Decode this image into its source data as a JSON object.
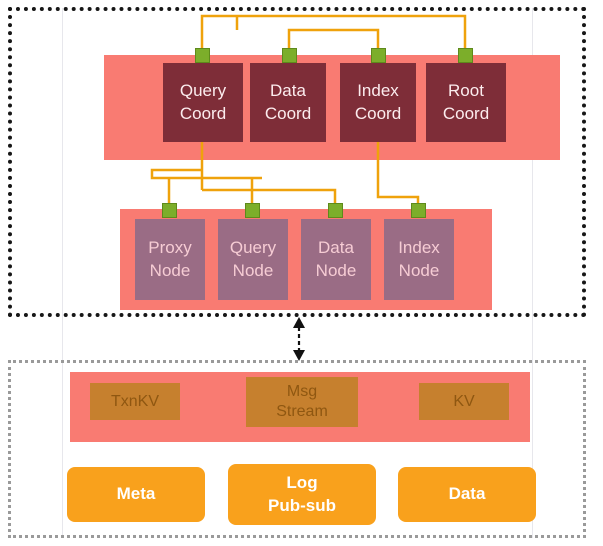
{
  "top_section": {
    "coordinators": [
      {
        "label": "Query\nCoord"
      },
      {
        "label": "Data\nCoord"
      },
      {
        "label": "Index\nCoord"
      },
      {
        "label": "Root\nCoord"
      }
    ],
    "nodes": [
      {
        "label": "Proxy\nNode"
      },
      {
        "label": "Query\nNode"
      },
      {
        "label": "Data\nNode"
      },
      {
        "label": "Index\nNode"
      }
    ]
  },
  "bottom_section": {
    "services": [
      {
        "label": "TxnKV"
      },
      {
        "label": "Msg\nStream"
      },
      {
        "label": "KV"
      }
    ],
    "stores": [
      {
        "label": "Meta"
      },
      {
        "label": "Log\nPub-sub"
      },
      {
        "label": "Data"
      }
    ]
  },
  "colors": {
    "band": "#f97b72",
    "coordinator_box": "#7e2d38",
    "node_box": "#9a6c85",
    "port_green": "#7cae2a",
    "connector_orange": "#efa20c",
    "service_box": "#c6802e",
    "service_text": "#8f5711",
    "store_box": "#f9a11c",
    "top_border": "#171717",
    "bottom_border": "#9a9a9a"
  }
}
